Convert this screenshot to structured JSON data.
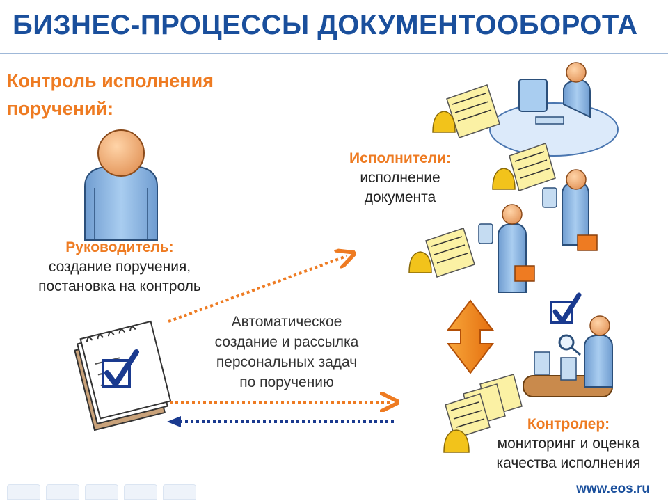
{
  "header": {
    "title": "БИЗНЕС-ПРОЦЕССЫ ДОКУМЕНТООБОРОТА"
  },
  "subtitle": {
    "line1": "Контроль исполнения",
    "line2": "поручений:"
  },
  "manager": {
    "role": "Руководитель:",
    "line1": "создание поручения,",
    "line2": "постановка на контроль"
  },
  "executors": {
    "role": "Исполнители:",
    "line1": "исполнение",
    "line2": "документа"
  },
  "middle": {
    "line1": "Автоматическое",
    "line2": "создание и рассылка",
    "line3": "персональных задач",
    "line4": "по поручению"
  },
  "controller": {
    "role": "Контролер:",
    "line1": "мониторинг и оценка",
    "line2": "качества исполнения"
  },
  "footer": {
    "site": "www.eos.ru"
  },
  "colors": {
    "orange": "#ee7b22",
    "navy": "#1a3a8f",
    "body": "#8fb6dd",
    "head": "#f0b27a"
  },
  "icons": [
    "person-icon",
    "checklist-icon",
    "document-icon",
    "bell-icon",
    "computer-icon",
    "briefcase-icon",
    "conveyor-icon",
    "magnifier-icon",
    "checkbox-icon",
    "double-arrow-icon"
  ]
}
